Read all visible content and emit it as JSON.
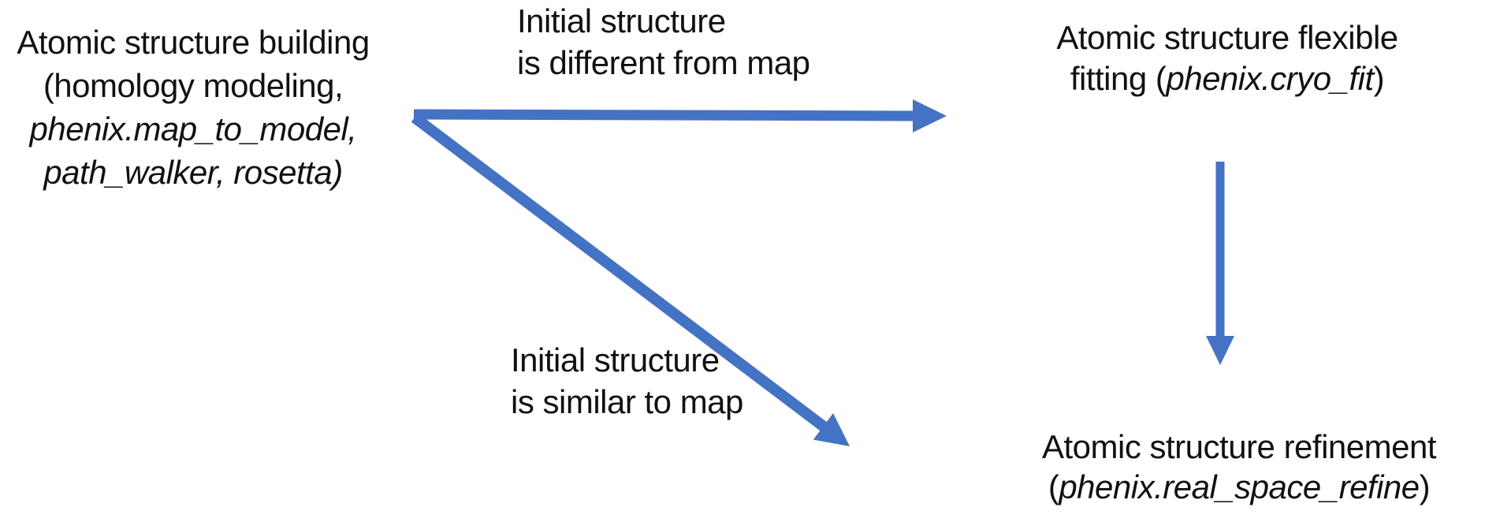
{
  "diagram": {
    "background": "#ffffff",
    "arrow_color": "#4472C4",
    "text_color": "#111111"
  },
  "nodes": {
    "building": {
      "line1": "Atomic structure building",
      "line2": "(homology modeling,",
      "line3": "phenix.map_to_model,",
      "line4": "path_walker, rosetta)"
    },
    "fitting": {
      "line1": "Atomic structure flexible",
      "line2_pre": "fitting (",
      "line2_tool": "phenix.cryo_fit",
      "line2_post": ")"
    },
    "refinement": {
      "line1": "Atomic structure refinement",
      "line2_pre": "(",
      "line2_tool": "phenix.real_space_refine",
      "line2_post": ")"
    }
  },
  "labels": {
    "different": {
      "line1": "Initial structure",
      "line2": "is different from map"
    },
    "similar": {
      "line1": "Initial structure",
      "line2": "is similar to map"
    }
  },
  "edges": [
    {
      "from": "building",
      "to": "fitting",
      "condition": "Initial structure is different from map"
    },
    {
      "from": "building",
      "to": "refinement",
      "condition": "Initial structure is similar to map"
    },
    {
      "from": "fitting",
      "to": "refinement",
      "condition": ""
    }
  ]
}
